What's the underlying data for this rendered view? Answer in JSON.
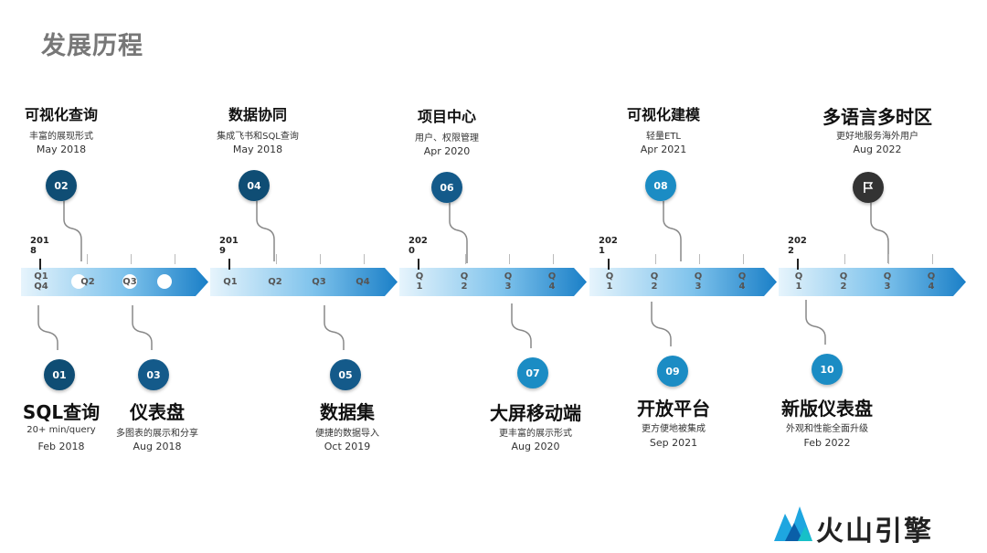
{
  "page": {
    "title": "发展历程"
  },
  "brand": {
    "name": "火山引擎",
    "logo_icon": "volcano-mountain-icon"
  },
  "colors": {
    "node_dark": "#0f4d74",
    "node_mid": "#145a8a",
    "node_light": "#1b8cc4",
    "bar_light": "#e6f4fc",
    "bar_dark": "#1a7fc7"
  },
  "timeline": {
    "segments": [
      {
        "year": "2018",
        "quarters": [
          "Q1\nQ4",
          "Q2",
          "Q3",
          ""
        ]
      },
      {
        "year": "2019",
        "quarters": [
          "Q1",
          "Q2",
          "Q3",
          "Q4"
        ]
      },
      {
        "year": "2020",
        "quarters": [
          "Q\n1",
          "Q\n2",
          "Q\n3",
          "Q\n4"
        ]
      },
      {
        "year": "2021",
        "quarters": [
          "Q\n1",
          "Q\n2",
          "Q\n3",
          "Q\n4"
        ]
      },
      {
        "year": "2022",
        "quarters": [
          "Q\n1",
          "Q\n2",
          "Q\n3",
          "Q\n4"
        ]
      }
    ],
    "year_labels": [
      "201\n8",
      "201\n9",
      "202\n0",
      "202\n1",
      "202\n2"
    ]
  },
  "events": [
    {
      "num": "01",
      "title": "SQL查询",
      "desc": "20+ min/query",
      "date": "Feb 2018"
    },
    {
      "num": "02",
      "title": "可视化查询",
      "desc": "丰富的展现形式",
      "date": "May 2018"
    },
    {
      "num": "03",
      "title": "仪表盘",
      "desc": "多图表的展示和分享",
      "date": "Aug 2018"
    },
    {
      "num": "04",
      "title": "数据协同",
      "desc": "集成飞书和SQL查询",
      "date": "May 2018"
    },
    {
      "num": "05",
      "title": "数据集",
      "desc": "便捷的数据导入",
      "date": "Oct 2019"
    },
    {
      "num": "06",
      "title": "项目中心",
      "desc": "用户、权限管理",
      "date": "Apr 2020"
    },
    {
      "num": "07",
      "title": "大屏移动端",
      "desc": "更丰富的展示形式",
      "date": "Aug 2020"
    },
    {
      "num": "08",
      "title": "可视化建模",
      "desc": "轻量ETL",
      "date": "Apr 2021"
    },
    {
      "num": "09",
      "title": "开放平台",
      "desc": "更方便地被集成",
      "date": "Sep 2021"
    },
    {
      "num": "10",
      "title": "新版仪表盘",
      "desc": "外观和性能全面升级",
      "date": "Feb 2022"
    },
    {
      "num": "",
      "title": "多语言多时区",
      "desc": "更好地服务海外用户",
      "date": "Aug 2022",
      "icon": "flag-icon"
    }
  ]
}
